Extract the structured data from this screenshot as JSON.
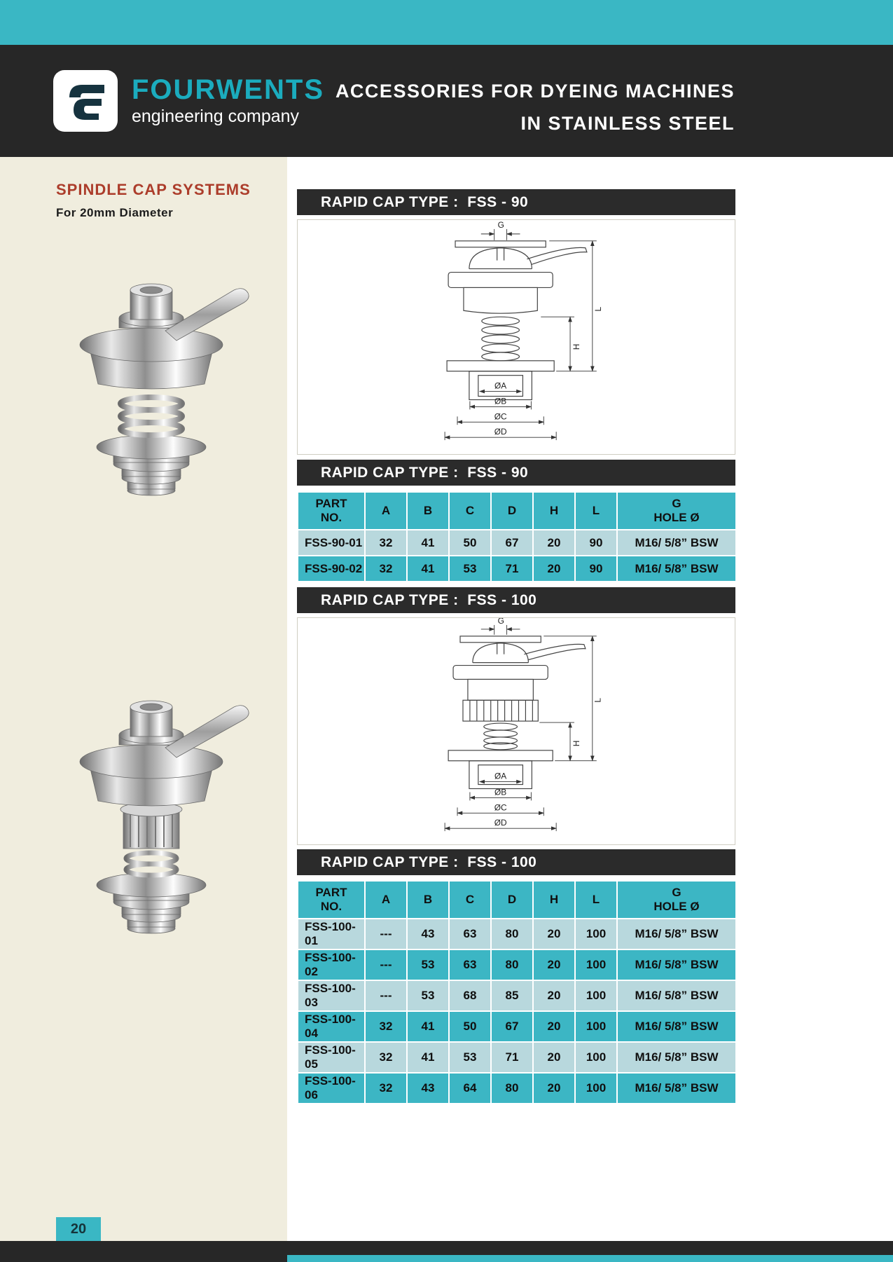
{
  "colors": {
    "teal": "#3ab7c4",
    "dark_header": "#272727",
    "section_bar": "#2b2b2b",
    "cream": "#f0edde",
    "row_light": "#b8d8dd",
    "row_teal": "#3cb6c4",
    "sidebar_title_red": "#ac3d2b",
    "brand_teal": "#1bacbe"
  },
  "header": {
    "brand": "FOURWENTS",
    "tagline": "engineering company",
    "title_line1": "ACCESSORIES FOR DYEING MACHINES",
    "title_line2": "IN STAINLESS STEEL"
  },
  "sidebar": {
    "title": "SPINDLE CAP SYSTEMS",
    "subtitle": "For 20mm Diameter"
  },
  "fss90": {
    "section_title": "RAPID CAP TYPE :  FSS - 90",
    "table_title": "RAPID CAP TYPE :  FSS - 90",
    "labels": {
      "g": "G",
      "l": "L",
      "h": "H",
      "oa": "ØA",
      "ob": "ØB",
      "oc": "ØC",
      "od": "ØD"
    },
    "table": {
      "columns": [
        "PART\nNO.",
        "A",
        "B",
        "C",
        "D",
        "H",
        "L",
        "G\nHOLE Ø"
      ],
      "rows": [
        [
          "FSS-90-01",
          "32",
          "41",
          "50",
          "67",
          "20",
          "90",
          "M16/ 5/8” BSW"
        ],
        [
          "FSS-90-02",
          "32",
          "41",
          "53",
          "71",
          "20",
          "90",
          "M16/ 5/8” BSW"
        ]
      ]
    }
  },
  "fss100": {
    "section_title": "RAPID CAP TYPE :  FSS - 100",
    "table_title": "RAPID CAP TYPE :  FSS - 100",
    "labels": {
      "g": "G",
      "l": "L",
      "h": "H",
      "oa": "ØA",
      "ob": "ØB",
      "oc": "ØC",
      "od": "ØD"
    },
    "table": {
      "columns": [
        "PART\nNO.",
        "A",
        "B",
        "C",
        "D",
        "H",
        "L",
        "G\nHOLE Ø"
      ],
      "rows": [
        [
          "FSS-100-01",
          "---",
          "43",
          "63",
          "80",
          "20",
          "100",
          "M16/ 5/8” BSW"
        ],
        [
          "FSS-100-02",
          "---",
          "53",
          "63",
          "80",
          "20",
          "100",
          "M16/ 5/8” BSW"
        ],
        [
          "FSS-100-03",
          "---",
          "53",
          "68",
          "85",
          "20",
          "100",
          "M16/ 5/8” BSW"
        ],
        [
          "FSS-100-04",
          "32",
          "41",
          "50",
          "67",
          "20",
          "100",
          "M16/ 5/8” BSW"
        ],
        [
          "FSS-100-05",
          "32",
          "41",
          "53",
          "71",
          "20",
          "100",
          "M16/ 5/8” BSW"
        ],
        [
          "FSS-100-06",
          "32",
          "43",
          "64",
          "80",
          "20",
          "100",
          "M16/ 5/8” BSW"
        ]
      ]
    }
  },
  "footer": {
    "page_number": "20"
  }
}
